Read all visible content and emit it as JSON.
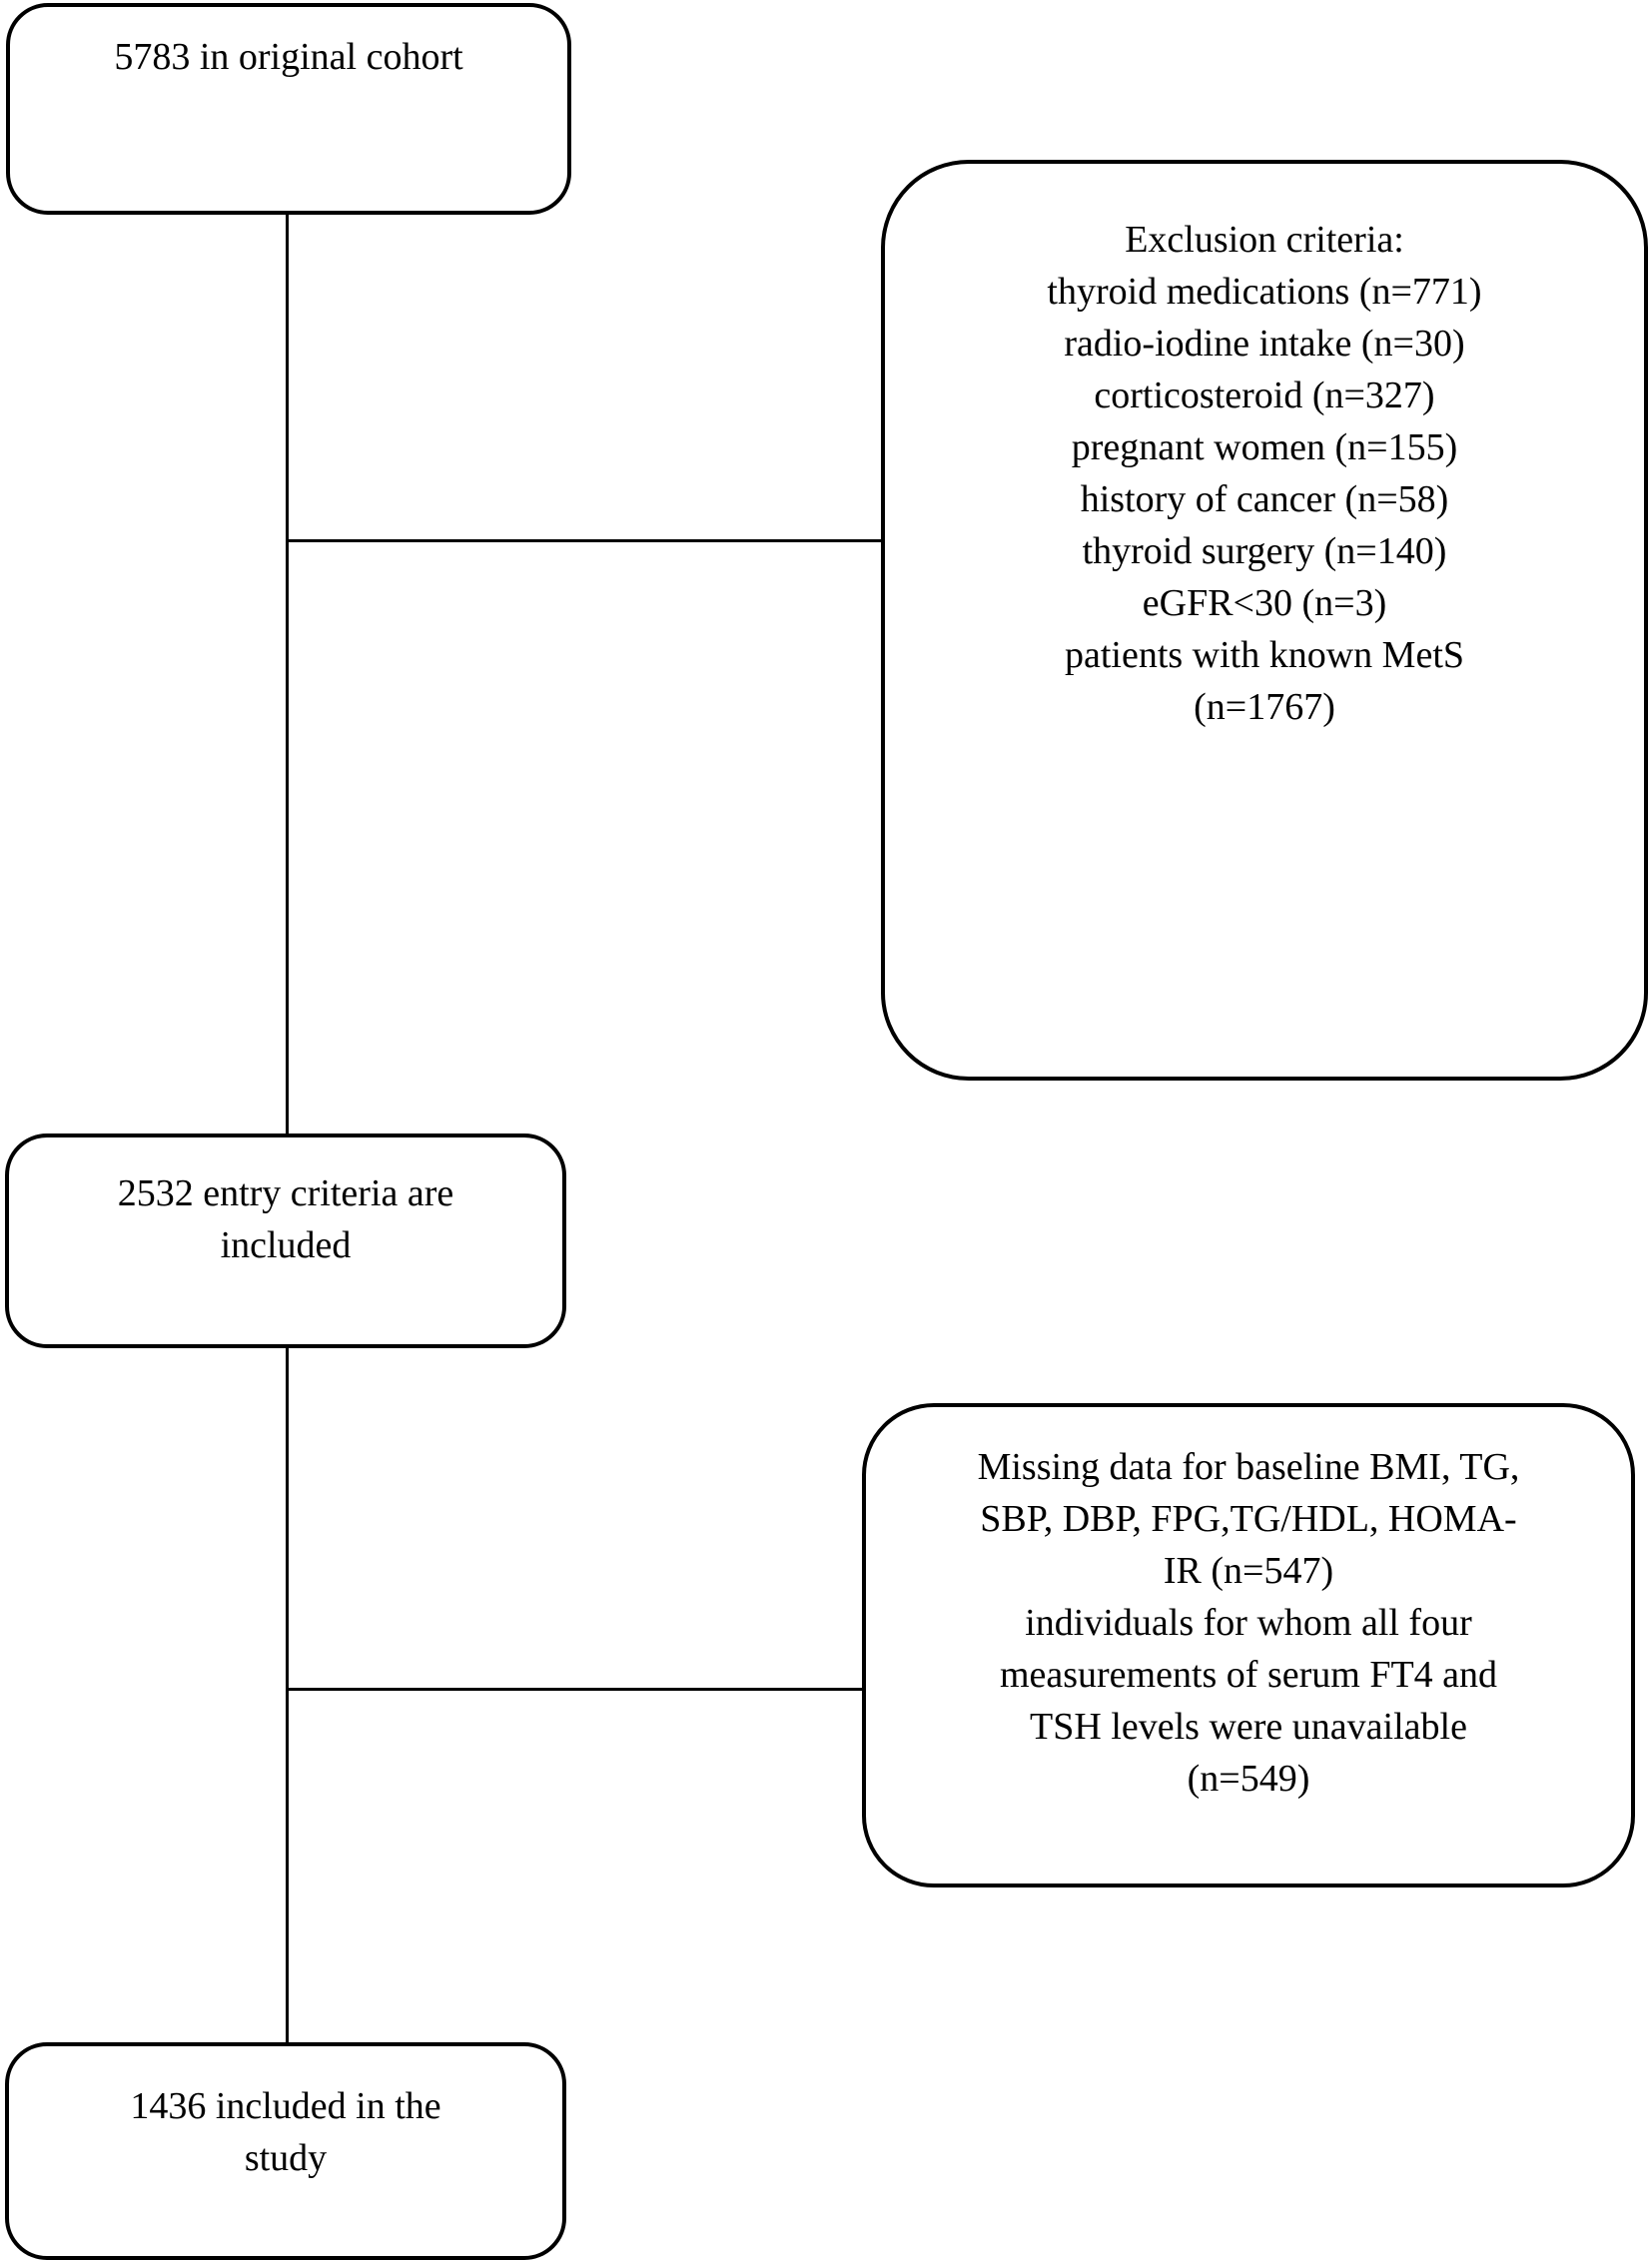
{
  "diagram": {
    "type": "study-flowchart",
    "background_color": "#ffffff",
    "line_color": "#000000",
    "nodes": {
      "original_cohort": {
        "lines": [
          "5783 in original cohort"
        ]
      },
      "exclusion_criteria": {
        "lines": [
          "Exclusion criteria:",
          "thyroid medications (n=771)",
          "radio-iodine intake (n=30)",
          "corticosteroid (n=327)",
          "pregnant women (n=155)",
          "history of cancer (n=58)",
          "thyroid surgery (n=140)",
          "eGFR<30 (n=3)",
          "patients with known MetS",
          "(n=1767)"
        ]
      },
      "entry_criteria": {
        "lines": [
          "2532 entry criteria are",
          "included"
        ]
      },
      "missing_data": {
        "lines": [
          "Missing data for baseline BMI, TG,",
          "SBP, DBP, FPG,TG/HDL, HOMA-",
          "IR (n=547)",
          "individuals for whom all four",
          "measurements of serum FT4 and",
          "TSH levels were unavailable",
          "(n=549)"
        ]
      },
      "included_study": {
        "lines": [
          "1436 included in the",
          "study"
        ]
      }
    }
  }
}
